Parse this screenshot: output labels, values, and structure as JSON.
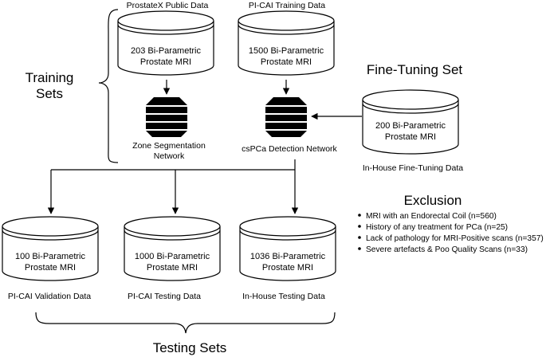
{
  "training": {
    "heading_line1": "Training",
    "heading_line2": "Sets",
    "sources": [
      {
        "caption": "ProstateX Public Data",
        "line1": "203 Bi-Parametric",
        "line2": "Prostate MRI"
      },
      {
        "caption": "PI-CAI Training Data",
        "line1": "1500 Bi-Parametric",
        "line2": "Prostate MRI"
      }
    ],
    "networks": [
      {
        "line1": "Zone Segmentation",
        "line2": "Network"
      },
      {
        "line1": "csPCa Detection Network",
        "line2": ""
      }
    ]
  },
  "finetuning": {
    "heading": "Fine-Tuning Set",
    "line1": "200 Bi-Parametric",
    "line2": "Prostate MRI",
    "caption": "In-House Fine-Tuning Data"
  },
  "testing": {
    "heading": "Testing Sets",
    "sets": [
      {
        "line1": "100 Bi-Parametric",
        "line2": "Prostate MRI",
        "caption": "PI-CAI Validation Data"
      },
      {
        "line1": "1000 Bi-Parametric",
        "line2": "Prostate MRI",
        "caption": "PI-CAI Testing Data"
      },
      {
        "line1": "1036 Bi-Parametric",
        "line2": "Prostate MRI",
        "caption": "In-House Testing Data"
      }
    ]
  },
  "exclusion": {
    "heading": "Exclusion",
    "items": [
      "MRI with an Endorectal Coil (n=560)",
      "History of any treatment for PCa (n=25)",
      "Lack of pathology for MRI-Positive scans (n=357)",
      "Severe artefacts & Poo Quality Scans (n=33)"
    ]
  },
  "colors": {
    "stroke": "#000000",
    "fill": "#ffffff",
    "network": "#000000"
  }
}
